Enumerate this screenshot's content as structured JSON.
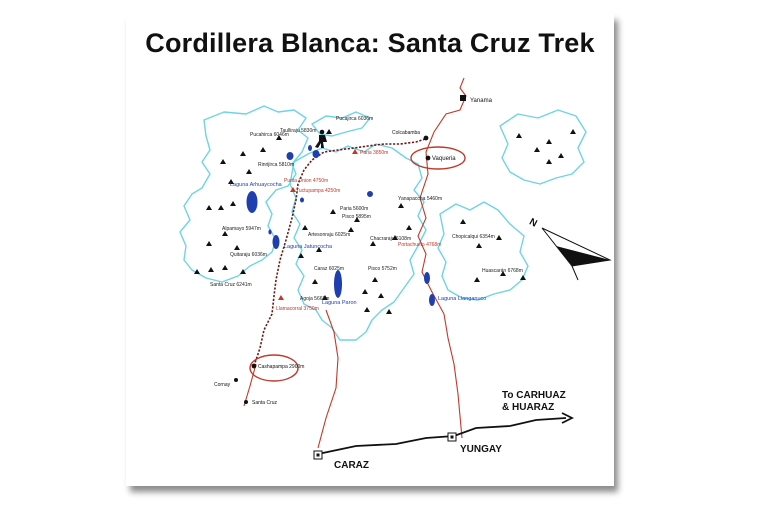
{
  "title": "Cordillera Blanca: Santa Cruz Trek",
  "peaks": [
    {
      "id": "pucajirca",
      "label": "Pucajirca 6036m"
    },
    {
      "id": "taulliraju",
      "label": "Taulliraju 5830m"
    },
    {
      "id": "pucahirca",
      "label": "Pucahirca 6046m"
    },
    {
      "id": "rinrijirca",
      "label": "Rinrijirca 5810m"
    },
    {
      "id": "alpamayo",
      "label": "Alpamayo 5947m"
    },
    {
      "id": "quitaraju",
      "label": "Quitaraju 6036m"
    },
    {
      "id": "santacruz",
      "label": "Santa Cruz 6241m"
    },
    {
      "id": "paria",
      "label": "Paria 5600m"
    },
    {
      "id": "artesonraju",
      "label": "Artesonraju 6025m"
    },
    {
      "id": "pisco_w",
      "label": "Pisco 5895m"
    },
    {
      "id": "chacraraju",
      "label": "Chacraraju 6108m"
    },
    {
      "id": "yanapaccha",
      "label": "Yanapaccha 5460m"
    },
    {
      "id": "pisco",
      "label": "Pisco 5752m"
    },
    {
      "id": "caraz",
      "label": "Caraz 6025m"
    },
    {
      "id": "agoja",
      "label": "Agoja 5668m"
    },
    {
      "id": "chopicalqui",
      "label": "Chopicalqui 6354m"
    },
    {
      "id": "huascaran",
      "label": "Huascarán 6768m"
    }
  ],
  "passes": [
    {
      "id": "punta_union",
      "label": "Punta Union 4750m"
    },
    {
      "id": "paria_camp",
      "label": "Paria 3850m"
    },
    {
      "id": "tuctupampa",
      "label": "Tuctupampa 4250m"
    },
    {
      "id": "llamacorral",
      "label": "Llamacorral 3750m"
    },
    {
      "id": "portachuelo",
      "label": "Portachuelo 4768m"
    }
  ],
  "lakes": [
    {
      "id": "arhuaycocha",
      "label": "Laguna Arhuaycocha"
    },
    {
      "id": "jatuncocha",
      "label": "Laguna Jatuncocha"
    },
    {
      "id": "paron",
      "label": "Laguna Paron"
    },
    {
      "id": "llanganuco",
      "label": "Laguna Llanganuco"
    }
  ],
  "towns": {
    "yanama": "Yanama",
    "colcabamba": "Colcabamba",
    "vaqueria": "Vaqueria",
    "cashapampa": "Cashapampa 2900m",
    "cornay": "Cornay",
    "santacruz": "Santa Cruz",
    "caraz": "CARAZ",
    "yungay": "YUNGAY"
  },
  "direction_label": "To CARHUAZ & HUARAZ",
  "direction_line1": "To CARHUAZ",
  "direction_line2": "& HUARAZ",
  "north_label": "N",
  "colors": {
    "glacier": "#6fd3e6",
    "lake": "#1f3fb0",
    "trail": "#6b1c14",
    "road": "#c0392b",
    "highway": "#111111",
    "highlight": "#c0392b"
  }
}
